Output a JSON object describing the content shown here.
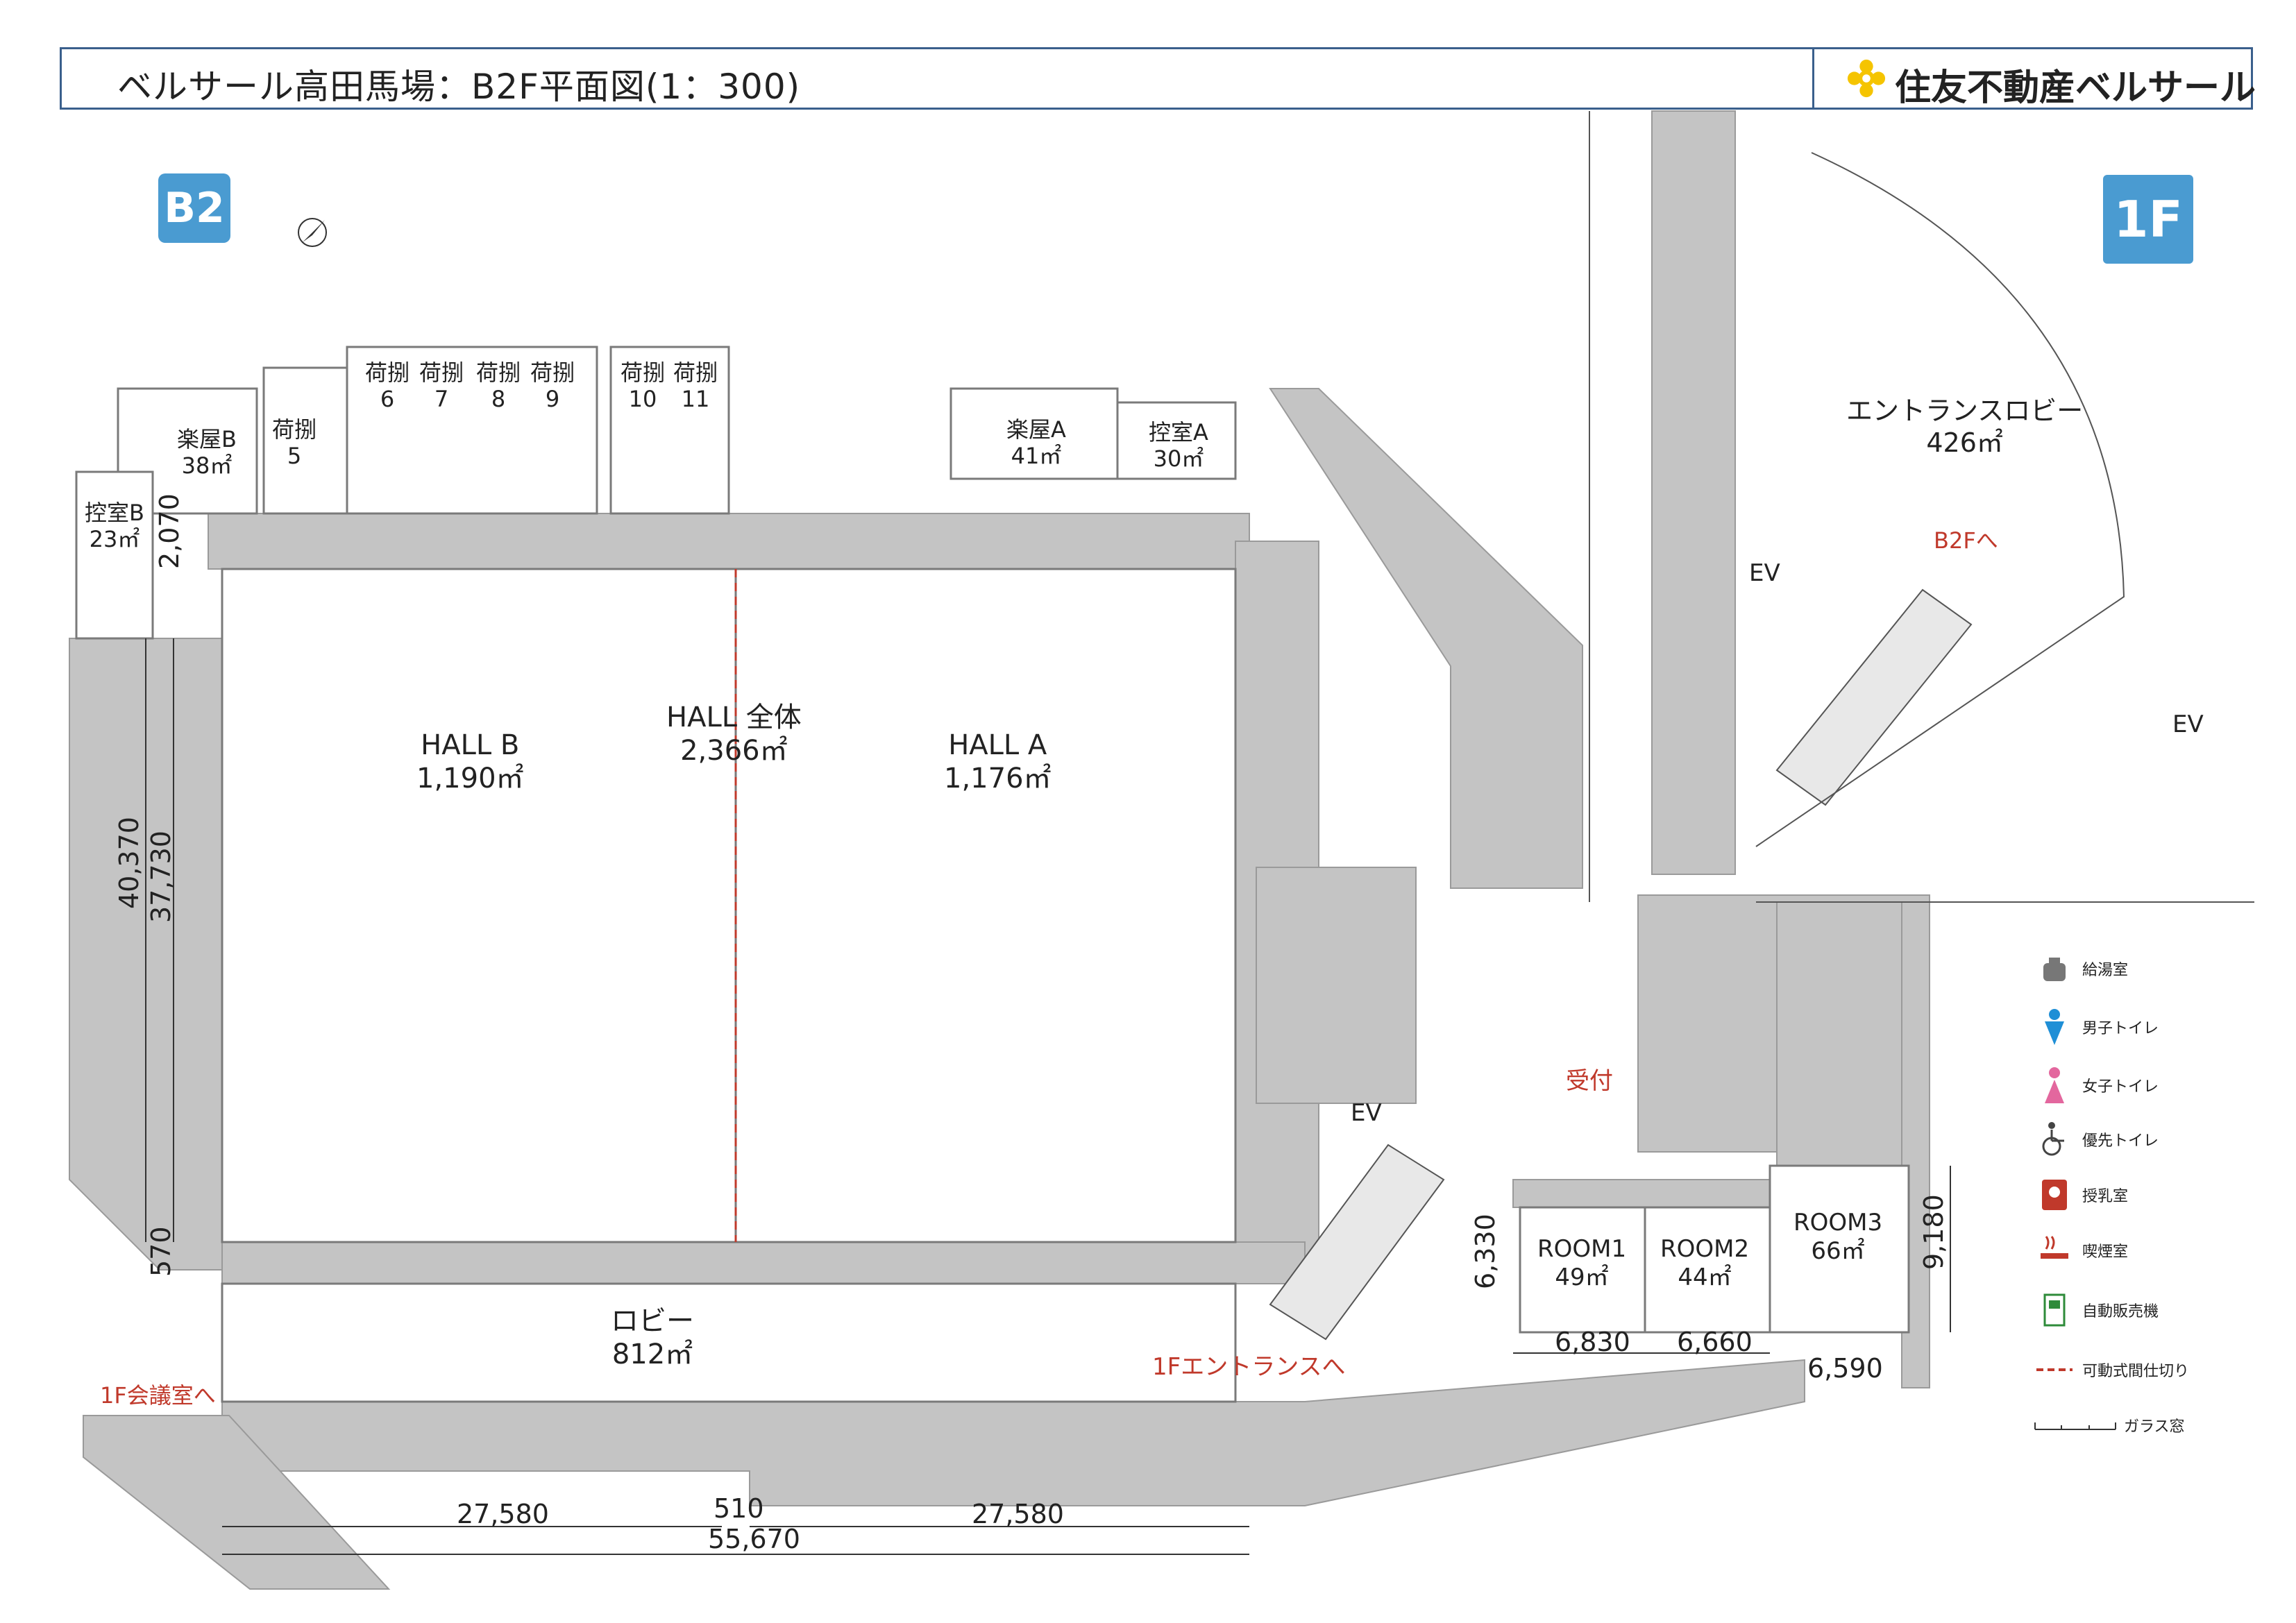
{
  "header": {
    "title": "ベルサール高田馬場：B2F平面図(1：300)",
    "brand": "住友不動産ベルサール"
  },
  "badges": {
    "b2": "B2",
    "f1": "1F"
  },
  "rooms": {
    "hall_b": {
      "name": "HALL B",
      "area": "1,190㎡"
    },
    "hall_all": {
      "name": "HALL 全体",
      "area": "2,366㎡"
    },
    "hall_a": {
      "name": "HALL A",
      "area": "1,176㎡"
    },
    "lobby": {
      "name": "ロビー",
      "area": "812㎡"
    },
    "gakuya_b": {
      "name": "楽屋B",
      "area": "38㎡"
    },
    "hikae_b": {
      "name": "控室B",
      "area": "23㎡"
    },
    "gakuya_a": {
      "name": "楽屋A",
      "area": "41㎡"
    },
    "hikae_a": {
      "name": "控室A",
      "area": "30㎡"
    },
    "room1": {
      "name": "ROOM1",
      "area": "49㎡"
    },
    "room2": {
      "name": "ROOM2",
      "area": "44㎡"
    },
    "room3": {
      "name": "ROOM3",
      "area": "66㎡"
    },
    "entrance_lobby": {
      "name": "エントランスロビー",
      "area": "426㎡"
    }
  },
  "storage": [
    {
      "label": "荷捌",
      "num": "5"
    },
    {
      "label": "荷捌",
      "num": "6"
    },
    {
      "label": "荷捌",
      "num": "7"
    },
    {
      "label": "荷捌",
      "num": "8"
    },
    {
      "label": "荷捌",
      "num": "9"
    },
    {
      "label": "荷捌",
      "num": "10"
    },
    {
      "label": "荷捌",
      "num": "11"
    }
  ],
  "annotations": {
    "ev_b2": "EV",
    "ev_1f_a": "EV",
    "ev_1f_b": "EV",
    "to_b2f": "B2Fへ",
    "to_1f_entrance": "1Fエントランスへ",
    "to_1f_meeting": "1F会議室へ",
    "reception": "受付"
  },
  "dimensions": {
    "d2070": "2,070",
    "d40370": "40,370",
    "d37730": "37,730",
    "d570": "570",
    "d27580a": "27,580",
    "d510": "510",
    "d27580b": "27,580",
    "d55670": "55,670",
    "d6330": "6,330",
    "d6830": "6,830",
    "d6660": "6,660",
    "d6590": "6,590",
    "d9180": "9,180"
  },
  "legend": [
    {
      "icon": "kettle-icon",
      "label": "給湯室"
    },
    {
      "icon": "male-toilet-icon",
      "label": "男子トイレ"
    },
    {
      "icon": "female-toilet-icon",
      "label": "女子トイレ"
    },
    {
      "icon": "wheelchair-icon",
      "label": "優先トイレ"
    },
    {
      "icon": "nursing-room-icon",
      "label": "授乳室"
    },
    {
      "icon": "smoking-room-icon",
      "label": "喫煙室"
    },
    {
      "icon": "vending-machine-icon",
      "label": "自動販売機"
    },
    {
      "icon": "movable-partition-icon",
      "label": "可動式間仕切り"
    },
    {
      "icon": "glass-window-icon",
      "label": "ガラス窓"
    }
  ],
  "colors": {
    "wall": "#bdbdbd",
    "frame": "#3a5f8c",
    "badge": "#4a9bd1",
    "accent_red": "#c0392b",
    "male": "#1f8fd6",
    "female": "#e3679e",
    "brand_yellow": "#f5c400"
  }
}
